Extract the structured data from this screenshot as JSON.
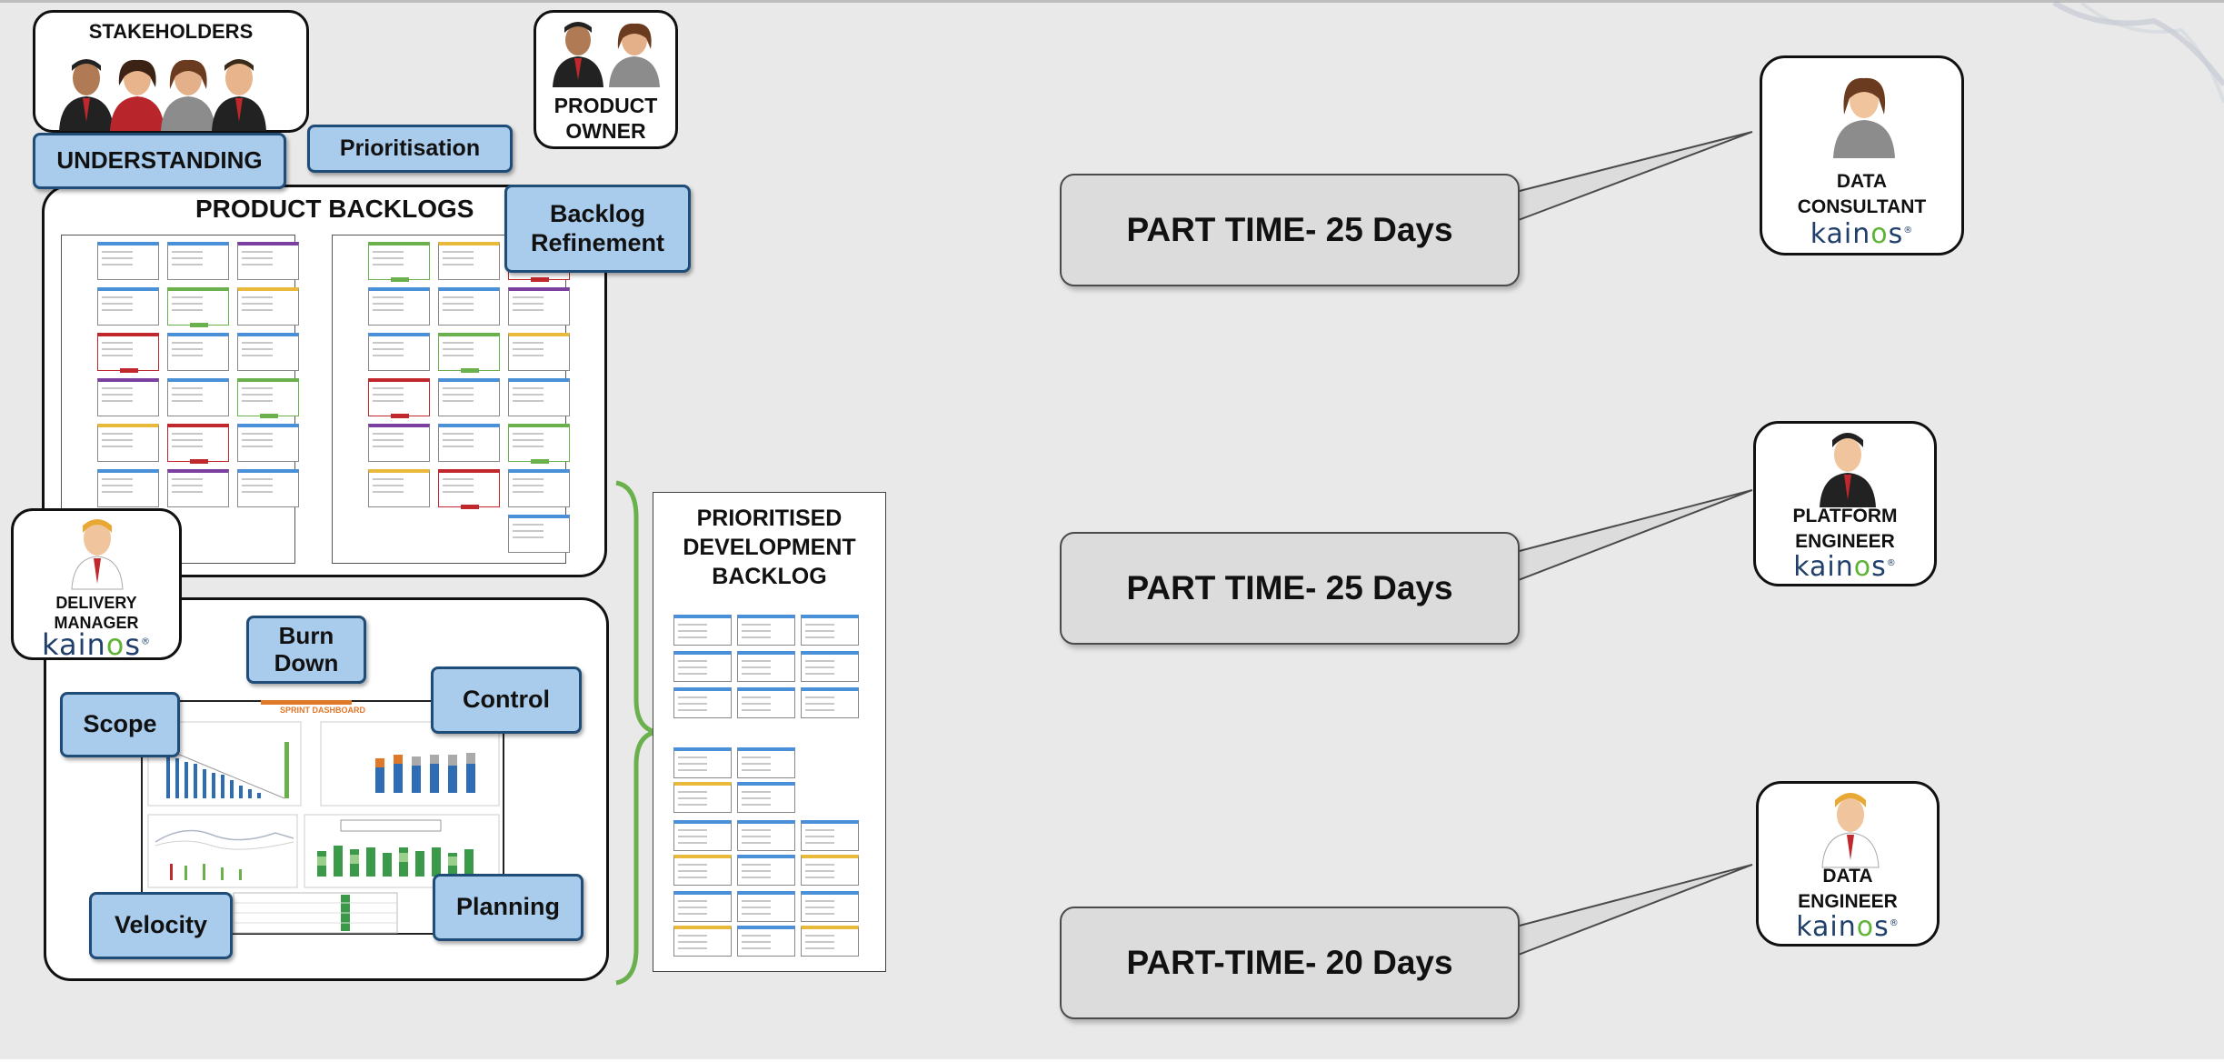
{
  "stakeholders": {
    "title": "STAKEHOLDERS"
  },
  "product_owner": {
    "line1": "PRODUCT",
    "line2": "OWNER"
  },
  "labels": {
    "understanding": "UNDERSTANDING",
    "prioritisation": "Prioritisation",
    "product_backlogs": "PRODUCT BACKLOGS",
    "backlog_refinement_1": "Backlog",
    "backlog_refinement_2": "Refinement",
    "burn_down_1": "Burn",
    "burn_down_2": "Down",
    "scope": "Scope",
    "control": "Control",
    "velocity": "Velocity",
    "planning": "Planning",
    "sprint_dashboard": "SPRINT DASHBOARD"
  },
  "delivery_manager": {
    "line1": "DELIVERY",
    "line2": "MANAGER",
    "brand": "kainos"
  },
  "prioritised_backlog": {
    "line1": "PRIORITISED",
    "line2": "DEVELOPMENT",
    "line3": "BACKLOG"
  },
  "roles": [
    {
      "line1": "DATA",
      "line2": "CONSULTANT",
      "brand": "kainos",
      "callout": "PART TIME- 25 Days"
    },
    {
      "line1": "PLATFORM",
      "line2": "ENGINEER",
      "brand": "kainos",
      "callout": "PART TIME- 25 Days"
    },
    {
      "line1": "DATA",
      "line2": "ENGINEER",
      "brand": "kainos",
      "callout": "PART-TIME- 20 Days"
    }
  ],
  "colors": {
    "accent_blue_fill": "#a9ccec",
    "accent_blue_border": "#1f4d78",
    "bracket_green": "#6ab04c",
    "kainos_navy": "#203f6b",
    "kainos_green": "#5fb336",
    "background": "#e9e9e9"
  },
  "icons": [
    "person-icon",
    "kainos-logo"
  ]
}
